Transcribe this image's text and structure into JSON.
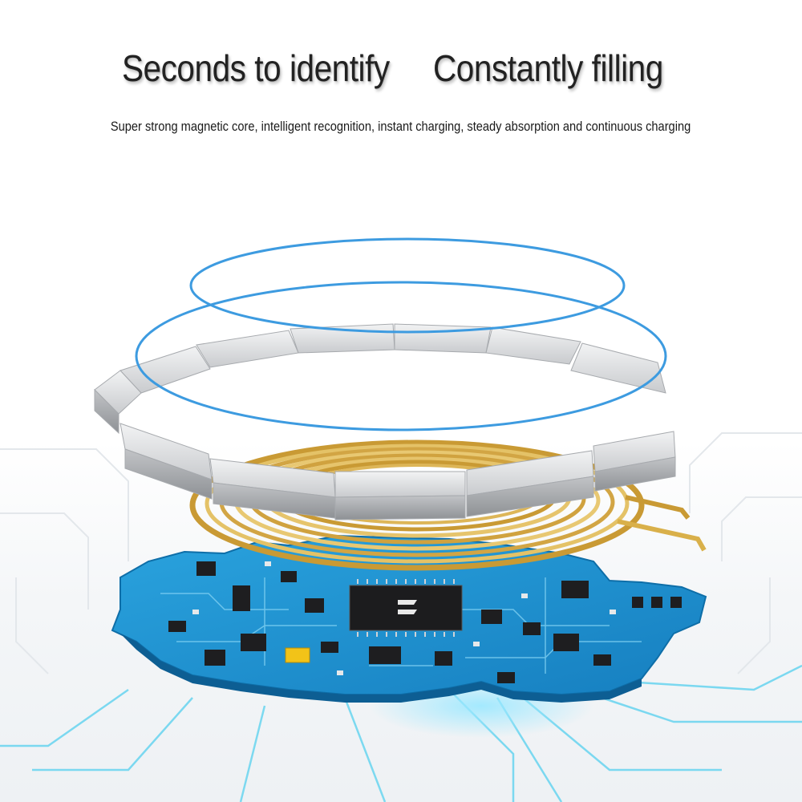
{
  "headline": {
    "left": "Seconds to identify",
    "right": "Constantly filling"
  },
  "subtitle": "Super strong magnetic core, intelligent recognition, instant charging, steady absorption and continuous charging",
  "colors": {
    "field_ring": "#3d9be0",
    "magnet": "#d8d9db",
    "coil": "#d9b04a",
    "pcb": "#1f93d2",
    "trace": "#6fd6f0"
  },
  "icons": {
    "field_ring": "magnetic-field-ring",
    "magnet_ring": "magnet-segment-ring",
    "coil": "copper-coil",
    "pcb": "circuit-board",
    "chip": "main-chip"
  }
}
